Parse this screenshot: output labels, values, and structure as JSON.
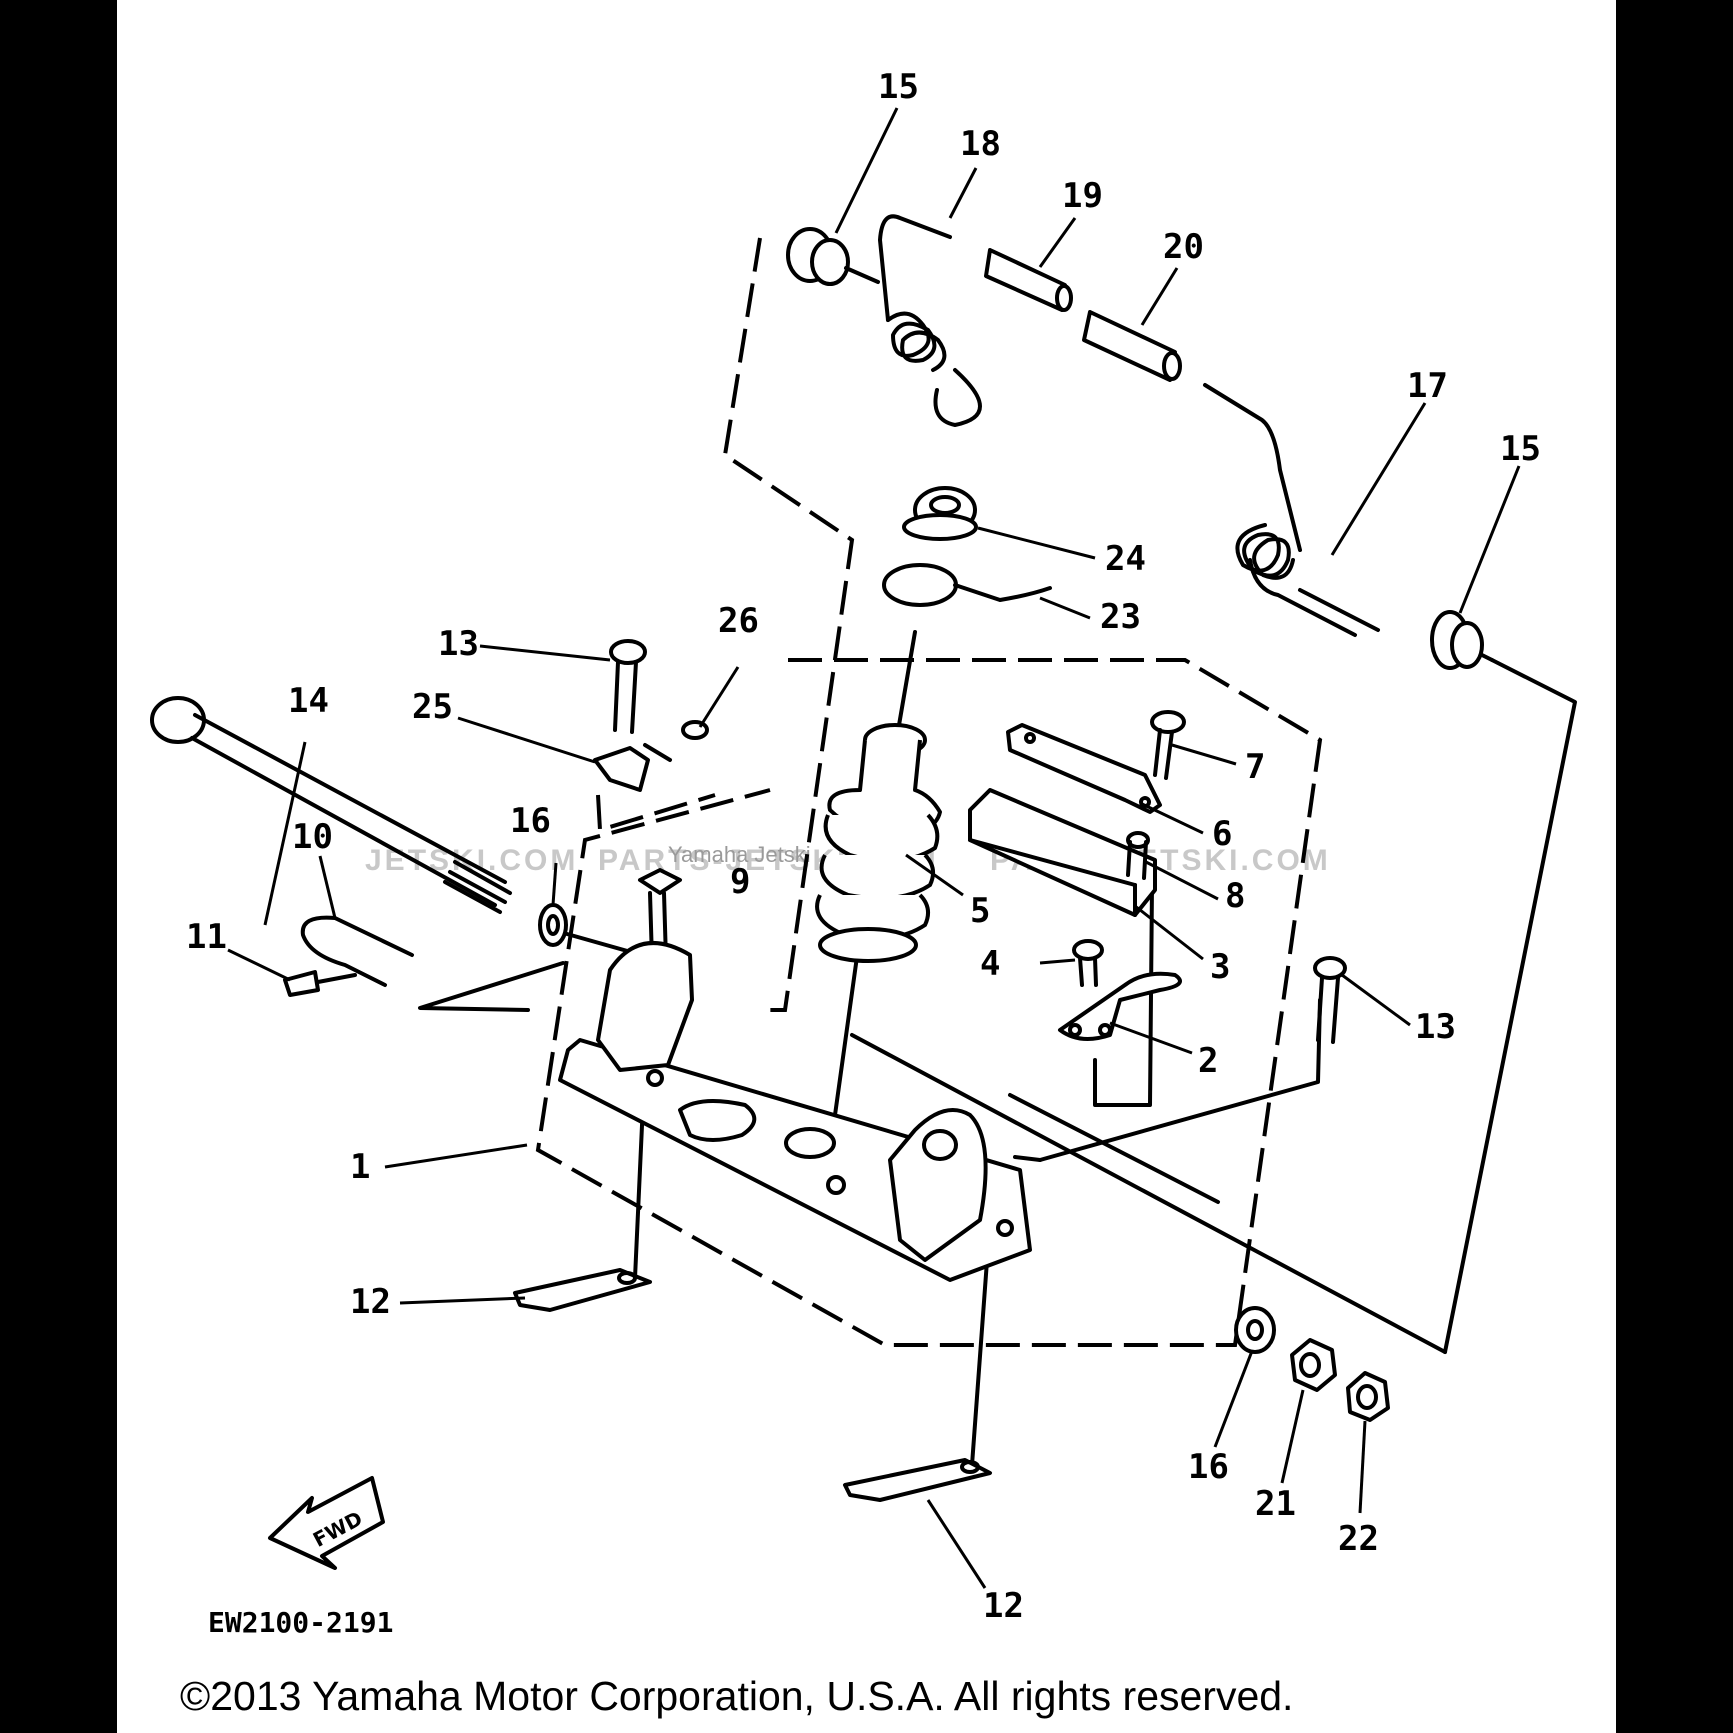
{
  "callouts": {
    "c1": "1",
    "c2": "2",
    "c3": "3",
    "c4": "4",
    "c5": "5",
    "c6": "6",
    "c7": "7",
    "c8": "8",
    "c9": "9",
    "c10": "10",
    "c11": "11",
    "c12a": "12",
    "c12b": "12",
    "c13a": "13",
    "c13b": "13",
    "c14": "14",
    "c15a": "15",
    "c15b": "15",
    "c16a": "16",
    "c16b": "16",
    "c17": "17",
    "c18": "18",
    "c19": "19",
    "c20": "20",
    "c21": "21",
    "c22": "22",
    "c23": "23",
    "c24": "24",
    "c25": "25",
    "c26": "26"
  },
  "diagram_code": "EW2100-2191",
  "fwd_label": "FWD",
  "watermarks": {
    "left": "JETSKI.COM",
    "middle": "PARTS-JETSKI.COM",
    "right": "PARTS-JETSKI.COM",
    "small": "Yamaha Jetski"
  },
  "copyright": "©2013 Yamaha Motor Corporation, U.S.A. All rights reserved."
}
